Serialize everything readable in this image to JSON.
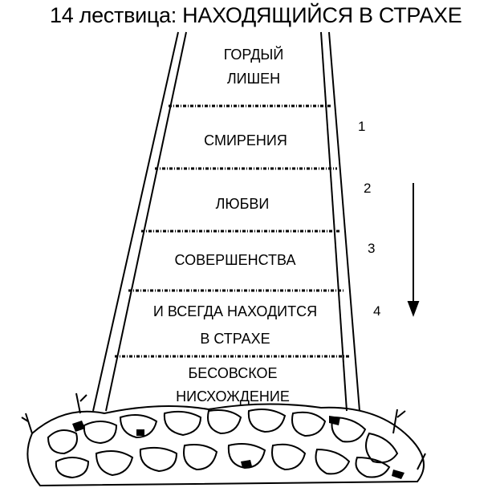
{
  "title": "14  лествица:  НАХОДЯЩИЙСЯ В СТРАХЕ",
  "steps": [
    {
      "lines": [
        "ГОРДЫЙ",
        "ЛИШЕН"
      ]
    },
    {
      "lines": [
        "СМИРЕНИЯ"
      ]
    },
    {
      "lines": [
        "ЛЮБВИ"
      ]
    },
    {
      "lines": [
        "СОВЕРШЕНСТВА"
      ]
    },
    {
      "lines": [
        "И ВСЕГДА НАХОДИТСЯ",
        "В СТРАХЕ"
      ]
    },
    {
      "lines": [
        "БЕСОВСКОЕ",
        "НИСХОЖДЕНИЕ"
      ]
    }
  ],
  "rung_numbers": [
    "1",
    "2",
    "3",
    "4"
  ],
  "arrow_direction": "down"
}
